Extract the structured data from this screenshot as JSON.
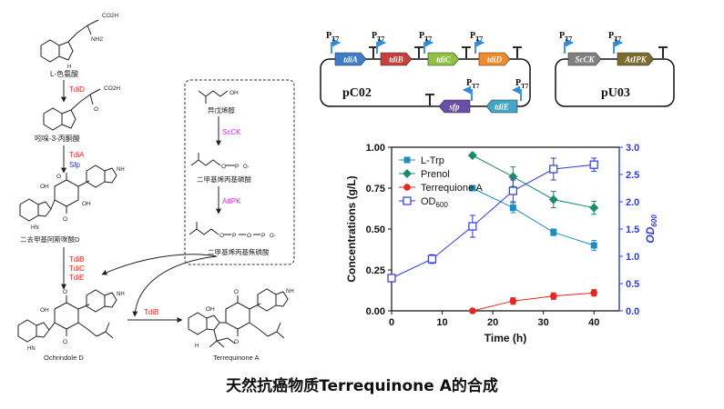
{
  "pathway": {
    "compounds": {
      "ltrp": "L-色氨酸",
      "ipa": "吲哚-3-丙酮酸",
      "didemethyl": "二去甲基阿斯咪酸D",
      "ochrindole": "Ochrindole D",
      "terrequinone": "Terrequinone A",
      "prenol": "异戊烯醇",
      "dmap": "二甲基烯丙基磷酸",
      "dmapp": "二甲基烯丙基焦磷酸",
      "oh": "OH",
      "nh2": "NH2",
      "co2h": "CO2H",
      "o": "O",
      "hn": "HN",
      "h": "H",
      "nh": "NH",
      "o_minus": "O-",
      "p": "P"
    },
    "enzymes": {
      "tdid": "TdiD",
      "tdia": "TdiA",
      "sfp": "Sfp",
      "tdib_stack": "TdiB",
      "tdic": "TdiC",
      "tdie": "TdiE",
      "tdib_side": "TdiB",
      "scck": "ScCK",
      "atipk": "AtIPK"
    }
  },
  "plasmids": {
    "pC02": {
      "name": "pC02",
      "promoter": "PT7",
      "genes": [
        "tdiA",
        "tdiB",
        "tdiC",
        "tdiD",
        "sfp",
        "tdiE"
      ]
    },
    "pU03": {
      "name": "pU03",
      "promoter": "PT7",
      "genes": [
        "ScCK",
        "AtIPK"
      ]
    }
  },
  "colors": {
    "red_enzyme": "#e8251f",
    "blue_enzyme": "#2a35d6",
    "magenta_enzyme": "#c72ad8",
    "promoter": "#2d8bdc",
    "gene_blue": "#3e7ec8",
    "gene_red": "#c8403c",
    "gene_green": "#8fc244",
    "gene_orange": "#f08a2a",
    "gene_purple": "#6a4ea8",
    "gene_teal": "#42a6c6",
    "gene_gray": "#808080",
    "gene_olive": "#7b6b2f",
    "trp": "#1f8cbf",
    "prenol": "#1a8c6c",
    "terr": "#e8251f",
    "od": "#2d3bd9"
  },
  "chart_data": {
    "type": "scatter",
    "x": [
      0,
      8,
      16,
      24,
      32,
      40
    ],
    "xlabel": "Time (h)",
    "ylabel": "Concentrations (g/L)",
    "y2label": "OD600",
    "xlim": [
      0,
      45
    ],
    "ylim": [
      0,
      1.0
    ],
    "y2lim": [
      0,
      3.0
    ],
    "xticks": [
      "0",
      "10",
      "20",
      "30",
      "40"
    ],
    "yticks": [
      "0.00",
      "0.25",
      "0.50",
      "0.75",
      "1.00"
    ],
    "y2ticks": [
      "0.0",
      "0.5",
      "1.0",
      "1.5",
      "2.0",
      "2.5",
      "3.0"
    ],
    "grid": false,
    "legend_position": "top-left",
    "series": [
      {
        "name": "L-Trp",
        "axis": "left",
        "marker": "square",
        "x": [
          16,
          24,
          32,
          40
        ],
        "y": [
          0.75,
          0.63,
          0.48,
          0.4
        ],
        "err": [
          0.01,
          0.03,
          0.02,
          0.03
        ]
      },
      {
        "name": "Prenol",
        "axis": "left",
        "marker": "diamond",
        "x": [
          16,
          24,
          32,
          40
        ],
        "y": [
          0.95,
          0.82,
          0.68,
          0.63
        ],
        "err": [
          0.01,
          0.06,
          0.05,
          0.04
        ]
      },
      {
        "name": "Terrequione A",
        "axis": "left",
        "marker": "circle",
        "x": [
          16,
          24,
          32,
          40
        ],
        "y": [
          0.0,
          0.06,
          0.09,
          0.11
        ],
        "err": [
          0.0,
          0.02,
          0.02,
          0.02
        ]
      },
      {
        "name": "OD600",
        "axis": "right",
        "marker": "open-square",
        "x": [
          0,
          8,
          16,
          24,
          32,
          40
        ],
        "y": [
          0.6,
          0.95,
          1.55,
          2.2,
          2.6,
          2.68
        ],
        "err": [
          0.05,
          0.08,
          0.2,
          0.2,
          0.2,
          0.12
        ]
      }
    ]
  },
  "caption": "天然抗癌物质Terrequinone A的合成"
}
